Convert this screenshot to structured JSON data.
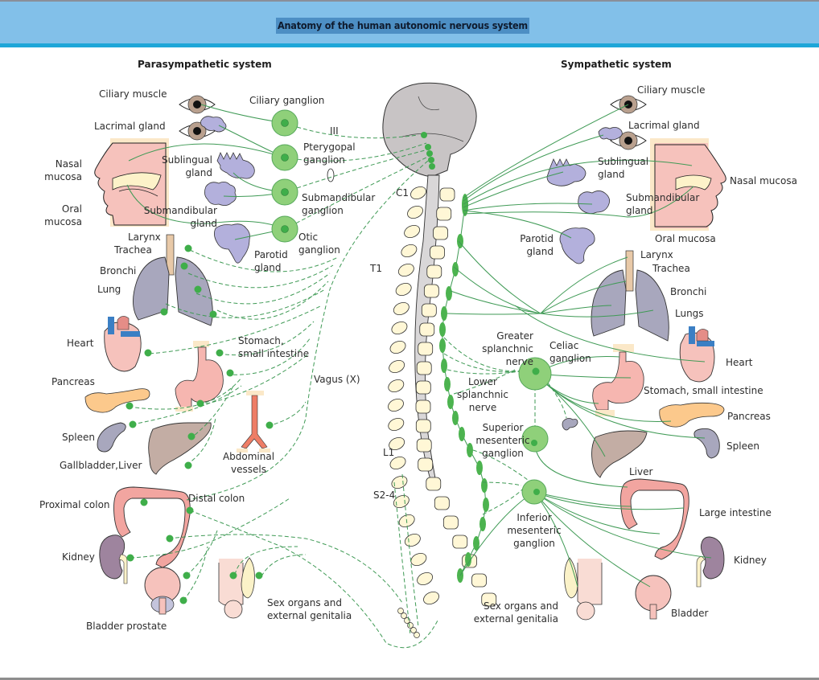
{
  "header": {
    "title": "Anatomy of the human autonomic nervous system"
  },
  "colors": {
    "header_bg": "#82c0e9",
    "header_rule": "#1ea6d8",
    "title_highlight": "#4d8fc4",
    "nerve_green": "#3f9a55",
    "ganglion_fill": "#8fd07a",
    "ganglion_dot": "#3fae4a",
    "vertebra_fill": "#fff7d6",
    "cord_fill": "#d9d7d8",
    "brain_fill": "#c8c4c5",
    "gland_fill": "#b3b0dc",
    "tissue_pink": "#f6c2bc"
  },
  "parasympathetic": {
    "heading": "Parasympathetic system",
    "organs": [
      {
        "id": "ciliary-muscle",
        "label": "Ciliary muscle"
      },
      {
        "id": "lacrimal-gland",
        "label": "Lacrimal gland"
      },
      {
        "id": "nasal-mucosa",
        "label": "Nasal\nmucosa"
      },
      {
        "id": "oral-mucosa",
        "label": "Oral\nmucosa"
      },
      {
        "id": "sublingual-gland",
        "label": "Sublingual\ngland"
      },
      {
        "id": "submandibular-gland",
        "label": "Submandibular\ngland"
      },
      {
        "id": "larynx",
        "label": "Larynx"
      },
      {
        "id": "trachea",
        "label": "Trachea"
      },
      {
        "id": "parotid-gland",
        "label": "Parotid\ngland"
      },
      {
        "id": "bronchi",
        "label": "Bronchi"
      },
      {
        "id": "lung",
        "label": "Lung"
      },
      {
        "id": "heart",
        "label": "Heart"
      },
      {
        "id": "stomach",
        "label": "Stomach,\nsmall intestine"
      },
      {
        "id": "pancreas",
        "label": "Pancreas"
      },
      {
        "id": "spleen",
        "label": "Spleen"
      },
      {
        "id": "gallbladder-liver",
        "label": "Gallbladder,Liver"
      },
      {
        "id": "abdominal-vessels",
        "label": "Abdominal\nvessels"
      },
      {
        "id": "proximal-colon",
        "label": "Proximal colon"
      },
      {
        "id": "distal-colon",
        "label": "Distal colon"
      },
      {
        "id": "kidney",
        "label": "Kidney"
      },
      {
        "id": "bladder-prostate",
        "label": "Bladder prostate"
      },
      {
        "id": "sex-organs",
        "label": "Sex organs and\nexternal genitalia"
      }
    ],
    "ganglia": [
      {
        "id": "ciliary-ganglion",
        "label": "Ciliary ganglion"
      },
      {
        "id": "pterygopal-ganglion",
        "label": "Pterygopal\nganglion"
      },
      {
        "id": "submandibular-ganglion",
        "label": "Submandibular\nganglion"
      },
      {
        "id": "otic-ganglion",
        "label": "Otic\nganglion"
      }
    ],
    "nerves": [
      {
        "id": "cranial-nerve-iii",
        "label": "III"
      },
      {
        "id": "vagus",
        "label": "Vagus (X)"
      }
    ]
  },
  "spine": {
    "levels": [
      {
        "id": "c1",
        "label": "C1"
      },
      {
        "id": "t1",
        "label": "T1"
      },
      {
        "id": "l1",
        "label": "L1"
      },
      {
        "id": "s2-4",
        "label": "S2-4"
      }
    ]
  },
  "sympathetic": {
    "heading": "Sympathetic system",
    "organs": [
      {
        "id": "ciliary-muscle",
        "label": "Ciliary muscle"
      },
      {
        "id": "lacrimal-gland",
        "label": "Lacrimal gland"
      },
      {
        "id": "sublingual-gland",
        "label": "Sublingual\ngland"
      },
      {
        "id": "nasal-mucosa",
        "label": "Nasal mucosa"
      },
      {
        "id": "submandibular-gland",
        "label": "Submandibular\ngland"
      },
      {
        "id": "parotid-gland",
        "label": "Parotid\ngland"
      },
      {
        "id": "oral-mucosa",
        "label": "Oral mucosa"
      },
      {
        "id": "larynx",
        "label": "Larynx"
      },
      {
        "id": "trachea",
        "label": "Trachea"
      },
      {
        "id": "bronchi",
        "label": "Bronchi"
      },
      {
        "id": "lungs",
        "label": "Lungs"
      },
      {
        "id": "heart",
        "label": "Heart"
      },
      {
        "id": "stomach",
        "label": "Stomach, small intestine"
      },
      {
        "id": "pancreas",
        "label": "Pancreas"
      },
      {
        "id": "spleen",
        "label": "Spleen"
      },
      {
        "id": "liver",
        "label": "Liver"
      },
      {
        "id": "large-intestine",
        "label": "Large intestine"
      },
      {
        "id": "kidney",
        "label": "Kidney"
      },
      {
        "id": "bladder",
        "label": "Bladder"
      },
      {
        "id": "sex-organs",
        "label": "Sex organs and\nexternal genitalia"
      }
    ],
    "ganglia": [
      {
        "id": "celiac-ganglion",
        "label": "Celiac\nganglion"
      },
      {
        "id": "superior-mesenteric-ganglion",
        "label": "Superior\nmesenteric\nganglion"
      },
      {
        "id": "inferior-mesenteric-ganglion",
        "label": "Inferior\nmesenteric\nganglion"
      }
    ],
    "nerves": [
      {
        "id": "greater-splanchnic-nerve",
        "label": "Greater splanchnic\nnerve"
      },
      {
        "id": "lower-splanchnic-nerve",
        "label": "Lower\nsplanchnic\nnerve"
      }
    ]
  }
}
